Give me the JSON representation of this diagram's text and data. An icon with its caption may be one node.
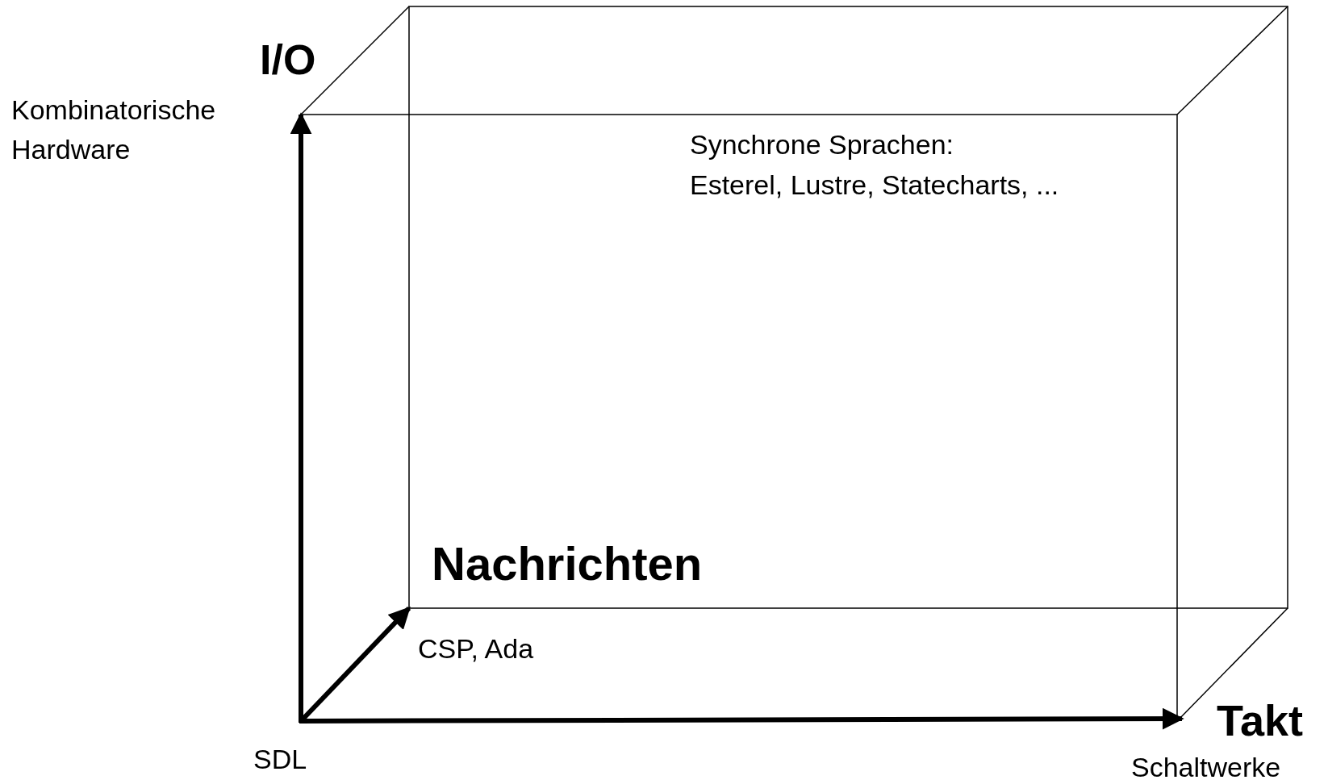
{
  "diagram": {
    "labels": [
      "I/O",
      "Kombinatorische Hardware",
      "Synchrone Sprachen:",
      "Esterel, Lustre, Statecharts, ...",
      "Nachrichten",
      "CSP, Ada",
      "SDL",
      "Takt",
      "Schaltwerke"
    ]
  }
}
